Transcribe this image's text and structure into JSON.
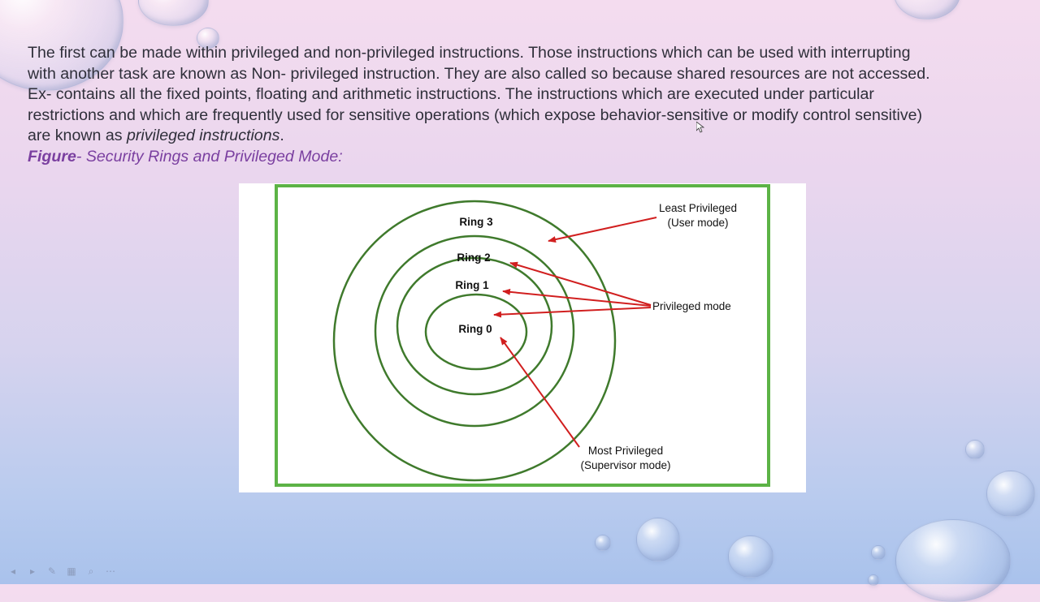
{
  "slide": {
    "paragraph": {
      "line1": "The first can be made within privileged and non-privileged instructions. Those instructions which can be used with interrupting",
      "line2": "with another task are known as Non- privileged instruction. They are also called so because shared resources are not accessed.",
      "line3": "Ex- contains all the fixed points, floating and arithmetic instructions. The instructions which are executed under particular",
      "line4": "restrictions and which are frequently used for sensitive operations (which expose behavior-sensitive or modify control sensitive)",
      "line5_prefix": "are known as ",
      "line5_emphasis": "privileged instructions",
      "line5_suffix": "."
    },
    "caption": {
      "bold": "Figure",
      "rest": "- Security Rings and Privileged Mode:"
    }
  },
  "figure": {
    "rings": {
      "ring3": "Ring 3",
      "ring2": "Ring 2",
      "ring1": "Ring 1",
      "ring0": "Ring 0"
    },
    "annotations": {
      "least_line1": "Least Privileged",
      "least_line2": "(User mode)",
      "privileged": "Privileged mode",
      "most_line1": "Most Privileged",
      "most_line2": "(Supervisor mode)"
    },
    "colors": {
      "border": "#5cb346",
      "ring": "#3f7a2c",
      "arrow": "#d11f1f"
    }
  },
  "toolbar": {
    "icons": [
      "previous-icon",
      "next-icon",
      "pen-icon",
      "slides-icon",
      "zoom-icon",
      "more-icon"
    ],
    "glyphs": [
      "◂",
      "▸",
      "✎",
      "▦",
      "⌕",
      "⋯"
    ]
  }
}
